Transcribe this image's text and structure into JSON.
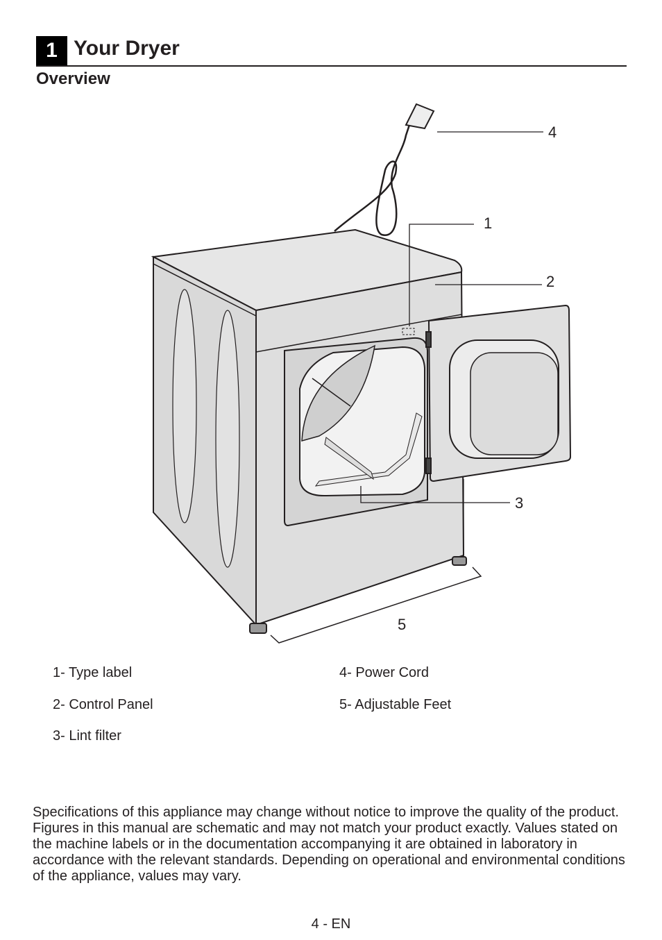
{
  "header": {
    "chapter_number": "1",
    "chapter_title": "Your Dryer",
    "section_title": "Overview"
  },
  "figure": {
    "callouts": [
      "1",
      "2",
      "3",
      "4",
      "5"
    ]
  },
  "legend": {
    "items": [
      "1- Type label",
      "2- Control Panel",
      "3- Lint filter",
      "4- Power Cord",
      "5- Adjustable Feet"
    ]
  },
  "disclaimer": "Specifications of this appliance may change without notice to improve the quality of the product. Figures in this manual are schematic and may not match your product exactly. Values stated on the machine labels or in the documentation accompanying it are obtained in laboratory in accordance with the relevant standards.  Depending on operational and environmental conditions of the appliance, values may vary.",
  "footer": {
    "page_label": "4 - EN"
  }
}
